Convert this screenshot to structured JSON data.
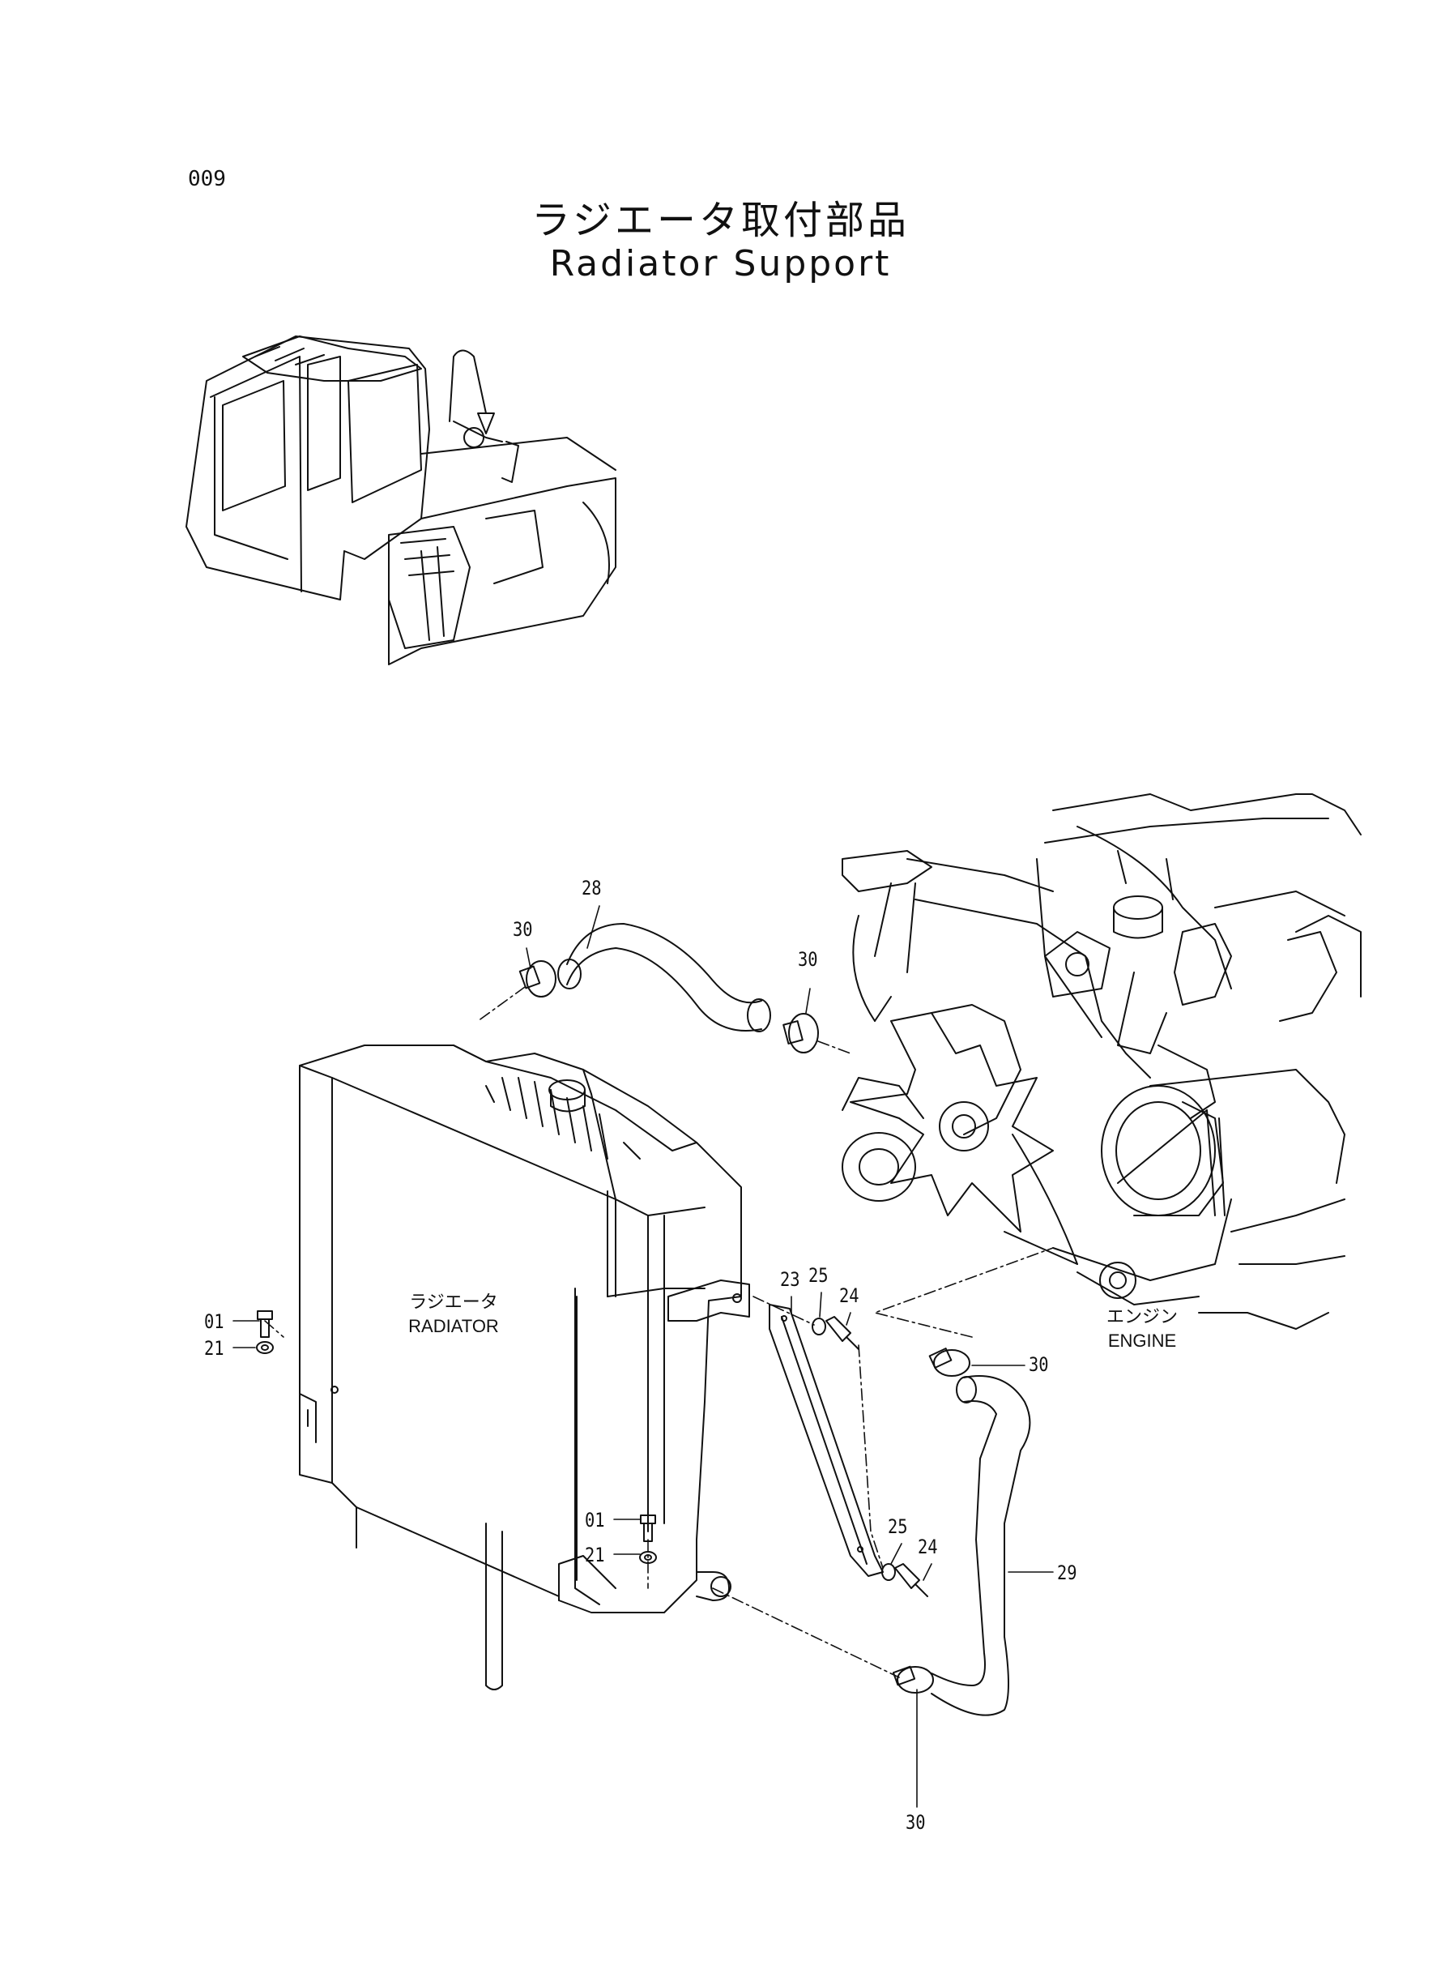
{
  "header": {
    "page_number": "009",
    "title_jp": "ラジエータ取付部品",
    "title_en": "Radiator Support"
  },
  "components": {
    "radiator_jp": "ラジエータ",
    "radiator_en": "RADIATOR",
    "engine_jp": "エンジン",
    "engine_en": "ENGINE"
  },
  "callouts": {
    "c28": "28",
    "c30_top_left": "30",
    "c30_top_right": "30",
    "c30_mid": "30",
    "c30_bottom": "30",
    "c23": "23",
    "c25_upper": "25",
    "c24_upper": "24",
    "c25_lower": "25",
    "c24_lower": "24",
    "c29": "29",
    "c01_left": "01",
    "c21_left": "21",
    "c01_center": "01",
    "c21_center": "21"
  }
}
